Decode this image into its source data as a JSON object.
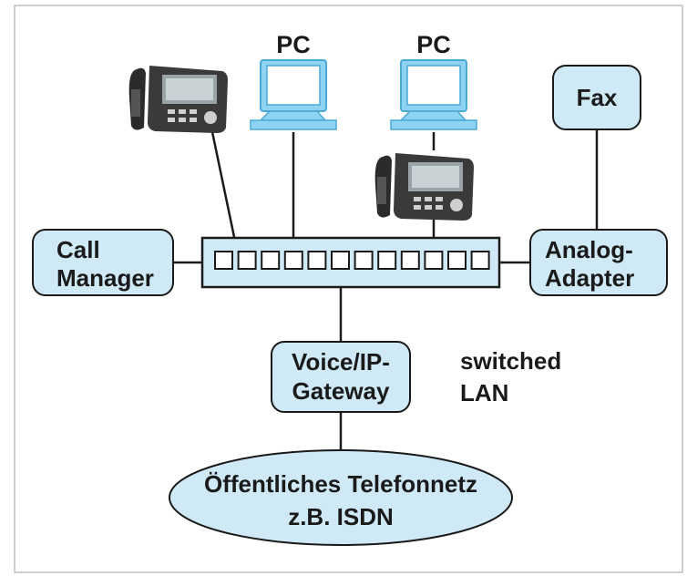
{
  "diagram": {
    "labels": {
      "pc1": "PC",
      "pc2": "PC",
      "fax": "Fax",
      "call_manager_line1": "Call",
      "call_manager_line2": "Manager",
      "analog_adapter_line1": "Analog-",
      "analog_adapter_line2": "Adapter",
      "gateway_line1": "Voice/IP-",
      "gateway_line2": "Gateway",
      "lan_line1": "switched",
      "lan_line2": "LAN",
      "network_line1": "Öffentliches Telefonnetz",
      "network_line2": "z.B. ISDN"
    },
    "switch_ports": 12,
    "icons": [
      "ip-phone-icon",
      "ip-phone-icon",
      "pc-monitor-icon",
      "pc-monitor-icon"
    ],
    "colors": {
      "node_fill": "#cfe9f7",
      "outline": "#1a1a1a",
      "frame": "#bfbfbf",
      "monitor_screen": "#8ed4f2",
      "phone_body": "#2b2b2b"
    }
  }
}
